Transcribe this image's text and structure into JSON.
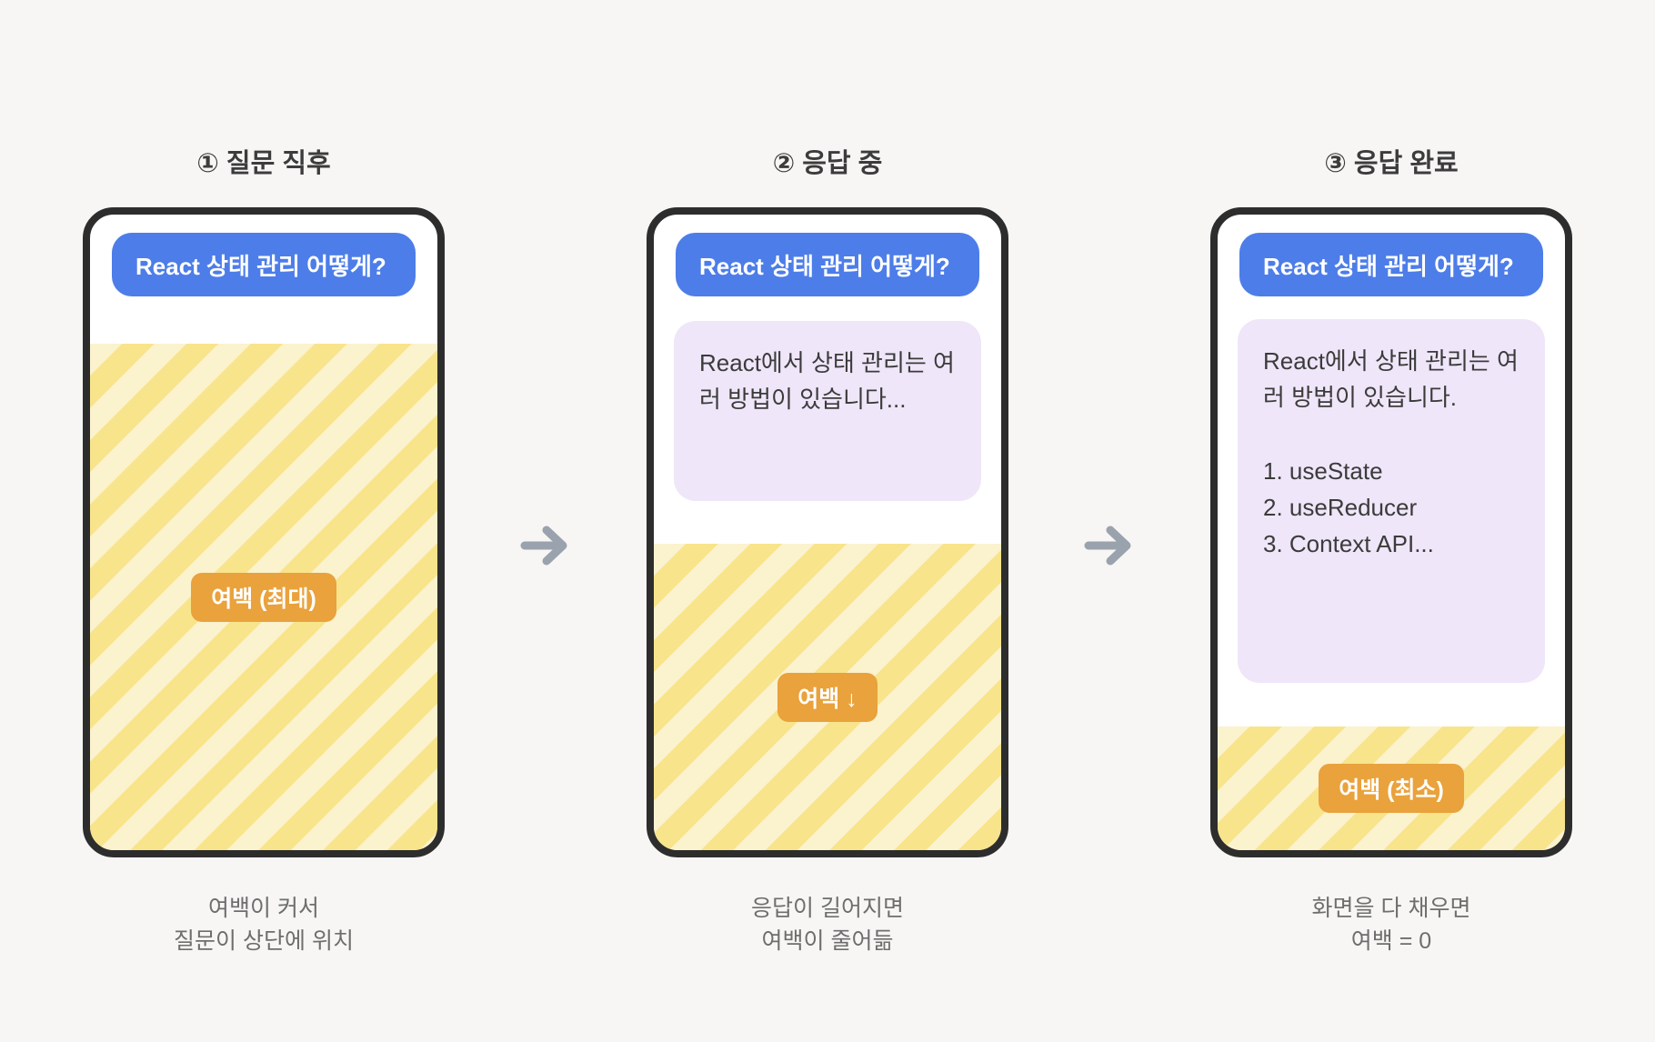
{
  "colors": {
    "background": "#f7f6f4",
    "phone_border": "#2d2d2d",
    "question_bubble": "#4d7de8",
    "answer_bubble": "#efe6f9",
    "whitespace_stripe_light": "#fbf2ce",
    "whitespace_stripe_dark": "#f8e48b",
    "badge": "#e9a23c",
    "arrow": "#9aa2ae",
    "title_text": "#3c3c3c",
    "caption_text": "#6e6e6e"
  },
  "panels": [
    {
      "title": "① 질문 직후",
      "question": "React 상태 관리 어떻게?",
      "badge": "여백 (최대)",
      "caption": "여백이 커서\n질문이 상단에 위치"
    },
    {
      "title": "② 응답 중",
      "question": "React 상태 관리 어떻게?",
      "answer": "React에서 상태 관리는 여\n러 방법이 있습니다...",
      "badge": "여백 ↓",
      "caption": "응답이 길어지면\n여백이 줄어듦"
    },
    {
      "title": "③ 응답 완료",
      "question": "React 상태 관리 어떻게?",
      "answer": "React에서 상태 관리는 여\n러 방법이 있습니다.\n\n1. useState\n2. useReducer\n3. Context API...",
      "badge": "여백 (최소)",
      "caption": "화면을 다 채우면\n여백 = 0"
    }
  ]
}
